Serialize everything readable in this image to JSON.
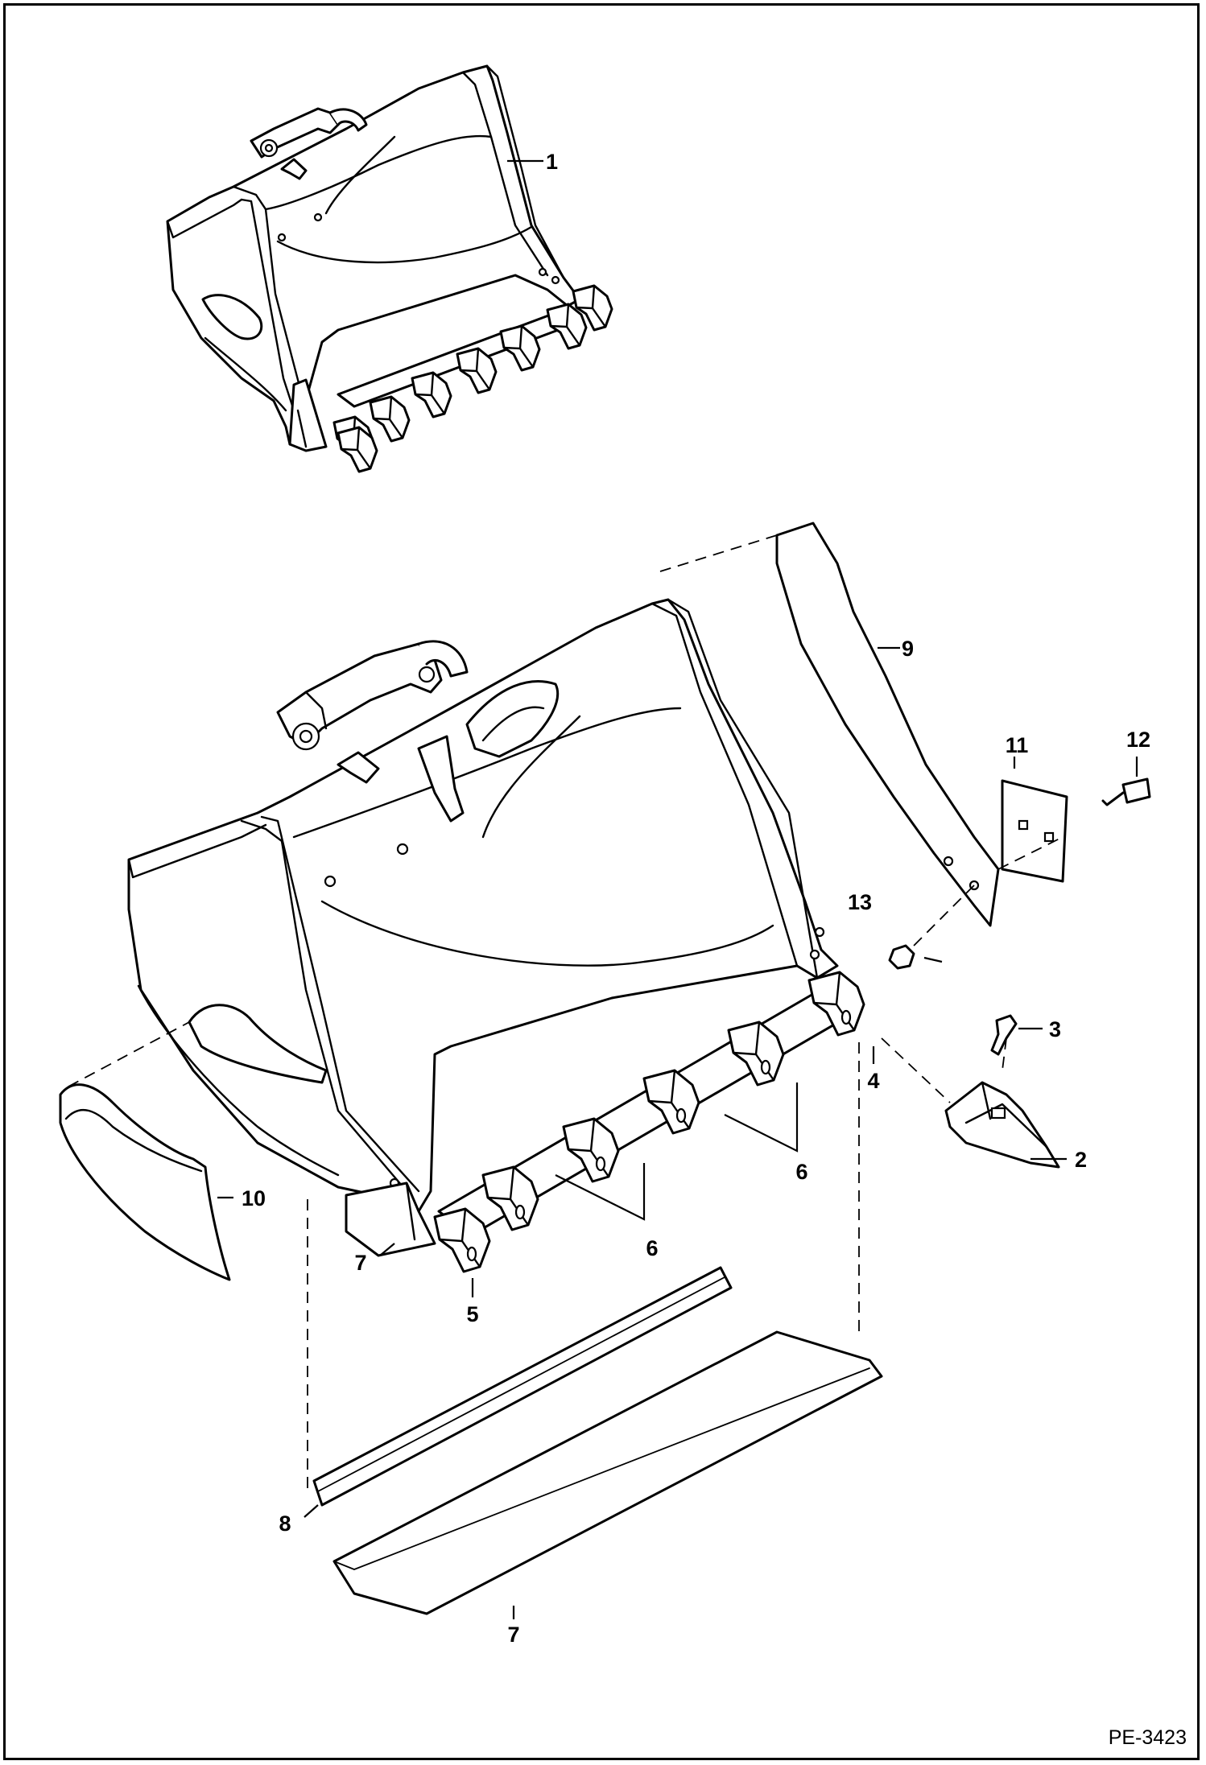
{
  "callouts": {
    "c1": "1",
    "c2": "2",
    "c3": "3",
    "c4": "4",
    "c5": "5",
    "c6a": "6",
    "c6b": "6",
    "c7a": "7",
    "c7b": "7",
    "c8": "8",
    "c9": "9",
    "c10": "10",
    "c11": "11",
    "c12": "12",
    "c13": "13"
  },
  "document_id": "PE-3423"
}
